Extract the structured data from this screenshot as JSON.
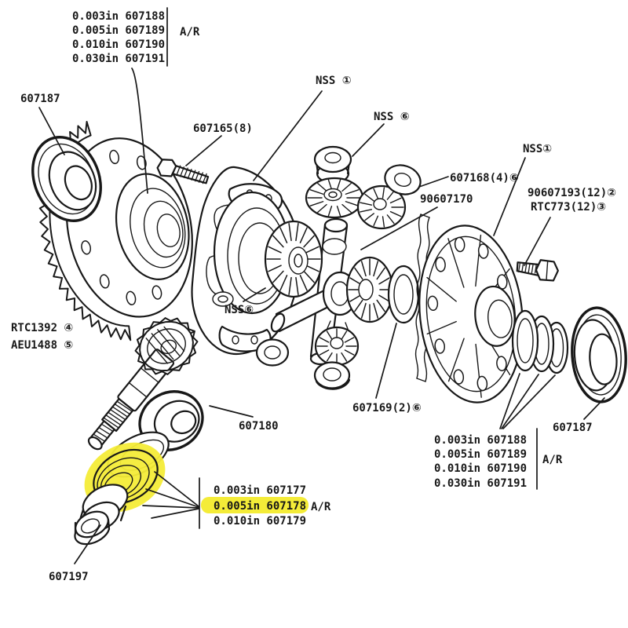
{
  "figure": {
    "type": "exploded-parts-diagram",
    "subject": "differential assembly parts illustration"
  },
  "colors": {
    "ink": "#181818",
    "paper": "#ffffff",
    "highlight": "#f4ec38"
  },
  "labels": {
    "top_shims": [
      "0.003in 607188",
      "0.005in 607189",
      "0.010in 607190",
      "0.030in 607191"
    ],
    "top_shims_ar": "A/R",
    "bearing_left": "607187",
    "case_bolts": "607165(8)",
    "nss1_top": "NSS ①",
    "nss6_top": "NSS ⑥",
    "nss1_right": "NSS①",
    "thrust_washer_4": "607168(4)⑥",
    "cross_shaft": "90607170",
    "bolt_set": "90607193(12)②",
    "nut_set": "RTC773(12)③",
    "gear_set_a": "RTC1392 ④",
    "gear_set_b": "AEU1488 ⑤",
    "nss6_mid": "NSS⑥",
    "thrust_washers_2": "607169(2)⑥",
    "pinion_bearing": "607180",
    "right_shims": [
      "0.003in 607188",
      "0.005in 607189",
      "0.010in 607190",
      "0.030in 607191"
    ],
    "right_shims_ar": "A/R",
    "bearing_right": "607187",
    "pinion_shims": [
      "0.003in 607177",
      "0.005in 607178",
      "0.010in 607179"
    ],
    "pinion_shims_ar": "A/R",
    "pinion_spacer": "607197"
  }
}
